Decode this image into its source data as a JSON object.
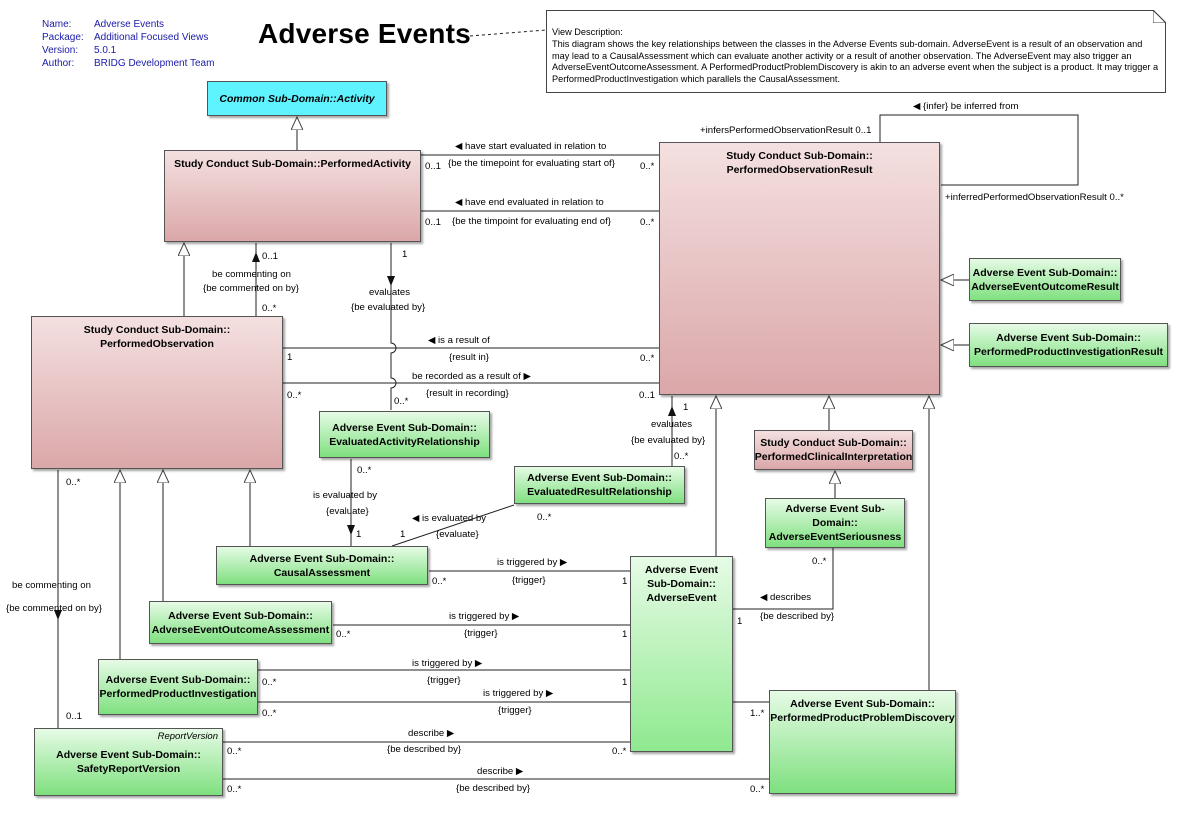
{
  "header": {
    "meta": [
      {
        "key": "Name:",
        "value": "Adverse Events"
      },
      {
        "key": "Package:",
        "value": "Additional Focused Views"
      },
      {
        "key": "Version:",
        "value": "5.0.1"
      },
      {
        "key": "Author:",
        "value": "BRIDG Development Team"
      }
    ],
    "title": "Adverse Events"
  },
  "note": {
    "heading": "View Description:",
    "text": "This diagram shows the key relationships between the classes in the Adverse Events sub-domain.  AdverseEvent is a result of an observation and may lead to a CausalAssessment which can evaluate another activity or a result of another observation.  The AdverseEvent may also trigger an AdverseEventOutcomeAssessment.  A PerformedProductProblemDiscovery is akin to an adverse event when the subject is a product.  It may trigger a PerformedProductInvestigation which parallels the CausalAssessment."
  },
  "classes": {
    "activity": "Common Sub-Domain::Activity",
    "performed_activity": "Study Conduct Sub-Domain::PerformedActivity",
    "performed_observation_result": "Study Conduct Sub-Domain::\nPerformedObservationResult",
    "performed_observation": "Study Conduct Sub-Domain::\nPerformedObservation",
    "evaluated_activity_relationship": "Adverse Event Sub-Domain::\nEvaluatedActivityRelationship",
    "evaluated_result_relationship": "Adverse Event Sub-Domain::\nEvaluatedResultRelationship",
    "causal_assessment": "Adverse Event Sub-Domain::\nCausalAssessment",
    "ae_outcome_assessment": "Adverse Event Sub-Domain::\nAdverseEventOutcomeAssessment",
    "performed_product_investigation": "Adverse Event Sub-Domain::\nPerformedProductInvestigation",
    "safety_report_version": "Adverse Event Sub-Domain::\nSafetyReportVersion",
    "safety_report_stereotype": "ReportVersion",
    "adverse_event": "Adverse Event\nSub-Domain::\nAdverseEvent",
    "ae_outcome_result": "Adverse Event Sub-Domain::\nAdverseEventOutcomeResult",
    "performed_product_investigation_result": "Adverse Event Sub-Domain::\nPerformedProductInvestigationResult",
    "performed_clinical_interpretation": "Study Conduct Sub-Domain::\nPerformedClinicalInterpretation",
    "ae_seriousness": "Adverse Event Sub-\nDomain::\nAdverseEventSeriousness",
    "performed_product_problem_discovery": "Adverse Event Sub-Domain::\nPerformedProductProblemDiscovery"
  },
  "labels": {
    "infer": "{infer} be inferred from",
    "infers_role": "+infersPerformedObservationResult 0..1",
    "inferred_role": "+inferredPerformedObservationResult 0..*",
    "start_eval": "have start evaluated in relation to",
    "start_eval_rev": "{be the timepoint for evaluating start of}",
    "end_eval": "have end evaluated in relation to",
    "end_eval_rev": "{be the timpoint for evaluating end of}",
    "mult_01": "0..1",
    "mult_0star": "0..*",
    "mult_1": "1",
    "mult_1star": "1..*",
    "commenting_on": "be commenting on",
    "commented_on_by": "{be commented on by}",
    "evaluates": "evaluates",
    "evaluated_by": "{be evaluated by}",
    "result_of": "is a result of",
    "result_in": "{result in}",
    "recorded_as": "be recorded as a result of",
    "result_recording": "{result in recording}",
    "is_evaluated_by": "is evaluated by",
    "evaluate": "{evaluate}",
    "triggered_by": "is triggered by",
    "trigger": "{trigger}",
    "describes": "describes",
    "described_by": "{be described by}",
    "describe": "describe"
  }
}
